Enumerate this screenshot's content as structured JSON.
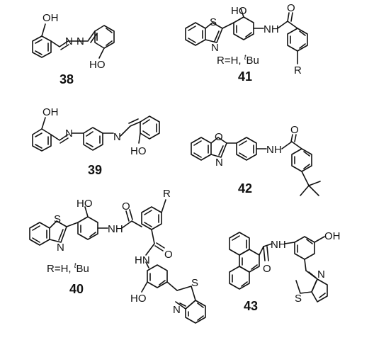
{
  "compounds": {
    "c38": {
      "number": "38",
      "OH": "OH",
      "N1": "N",
      "N2": "N",
      "HO": "HO"
    },
    "c39": {
      "number": "39",
      "OH": "OH",
      "N1": "N",
      "N2": "N",
      "HO": "HO"
    },
    "c40": {
      "number": "40",
      "R": "R",
      "S1": "S",
      "N1": "N",
      "HO1": "HO",
      "NH1": "NH",
      "O1": "O",
      "O2": "O",
      "HN": "HN",
      "HO2": "HO",
      "S2": "S",
      "N2": "N",
      "note_prefix": "R=H, ",
      "note_sup": "t",
      "note_suffix": "Bu"
    },
    "c41": {
      "number": "41",
      "S": "S",
      "N": "N",
      "HO": "HO",
      "NH": "NH",
      "O": "O",
      "R": "R",
      "note_prefix": "R=H, ",
      "note_sup": "t",
      "note_suffix": "Bu"
    },
    "c42": {
      "number": "42",
      "O1": "O",
      "N": "N",
      "NH": "NH",
      "O2": "O"
    },
    "c43": {
      "number": "43",
      "NH": "NH",
      "O": "O",
      "OH": "OH",
      "N": "N",
      "S": "S"
    }
  },
  "colors": {
    "ink": "#111111",
    "background": "#ffffff"
  }
}
